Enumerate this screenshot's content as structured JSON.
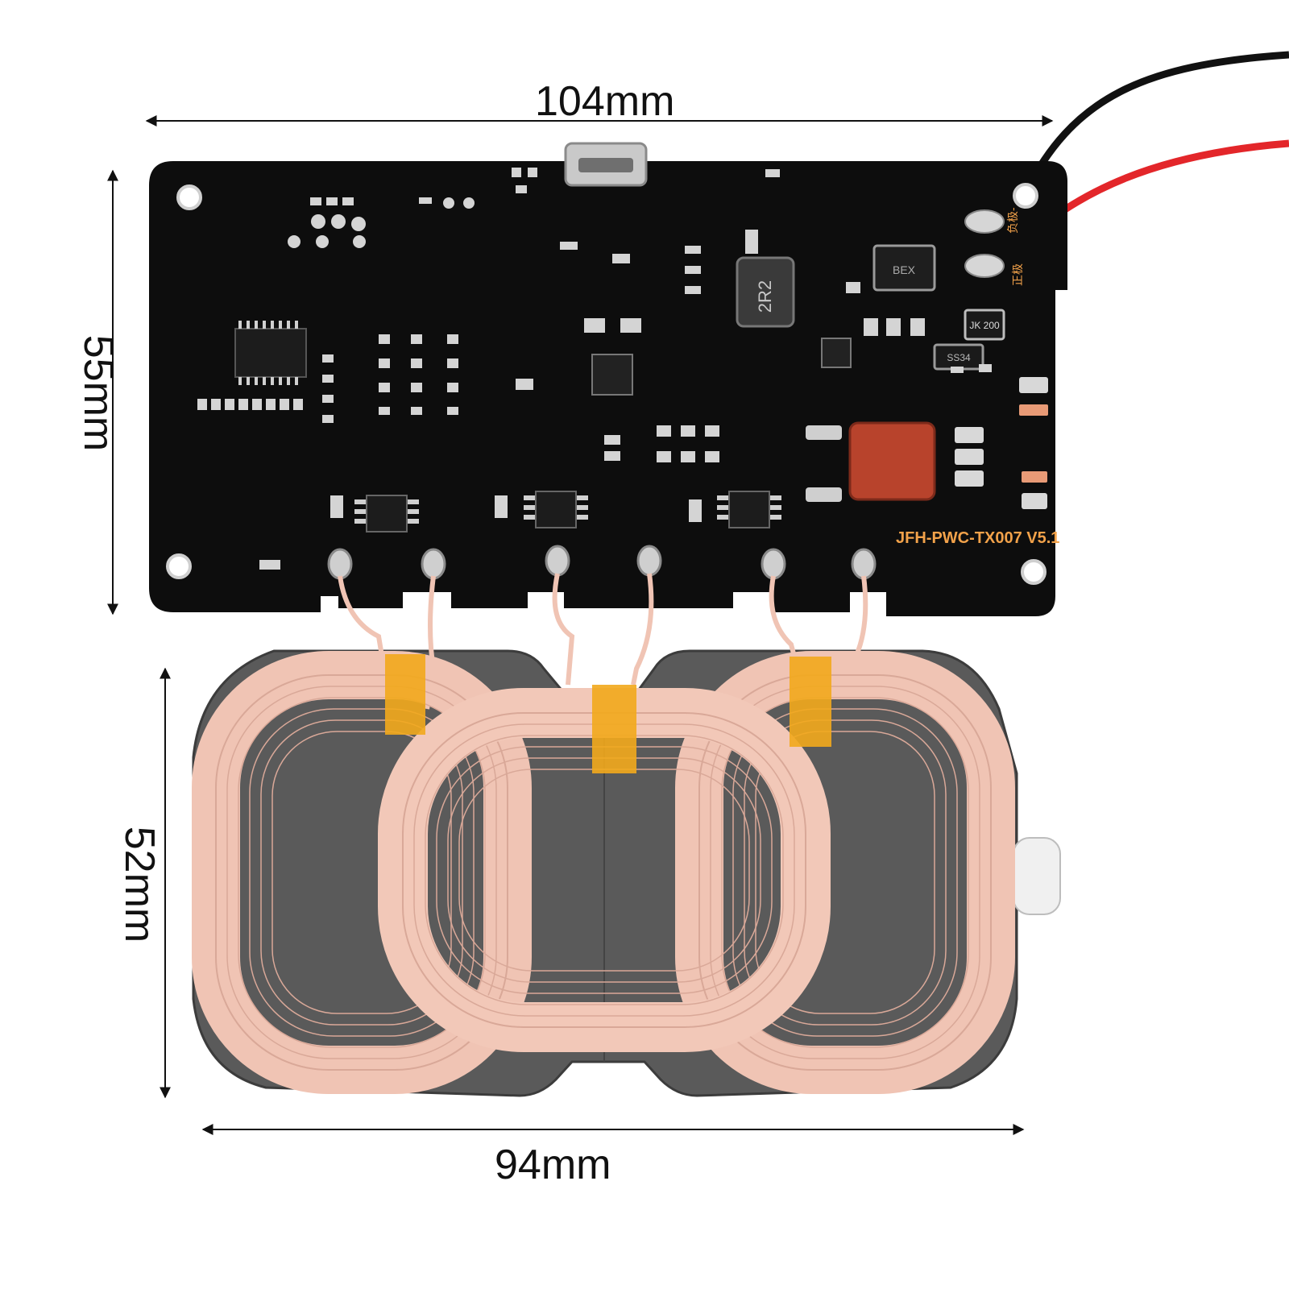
{
  "dimensions": {
    "pcb_width": "104mm",
    "pcb_height": "55mm",
    "coil_height": "52mm",
    "coil_width": "94mm"
  },
  "pcb": {
    "silkscreen_model": "JFH-PWC-TX007 V5.1",
    "inductor_marking": "2R2",
    "rectifier_marking": "BEX",
    "diode_marking": "SS34",
    "resistor_marking": "JK 200",
    "polarity_negative": "负极-",
    "polarity_positive": "正极"
  },
  "colors": {
    "pcb": "#0d0d0d",
    "copper_coil": "#f0c4b4",
    "ferrite": "#5a5a5a",
    "kapton_tape": "#f2a91c",
    "capacitor": "#b8432c",
    "wire_red": "#e3262a",
    "wire_black": "#111111"
  }
}
